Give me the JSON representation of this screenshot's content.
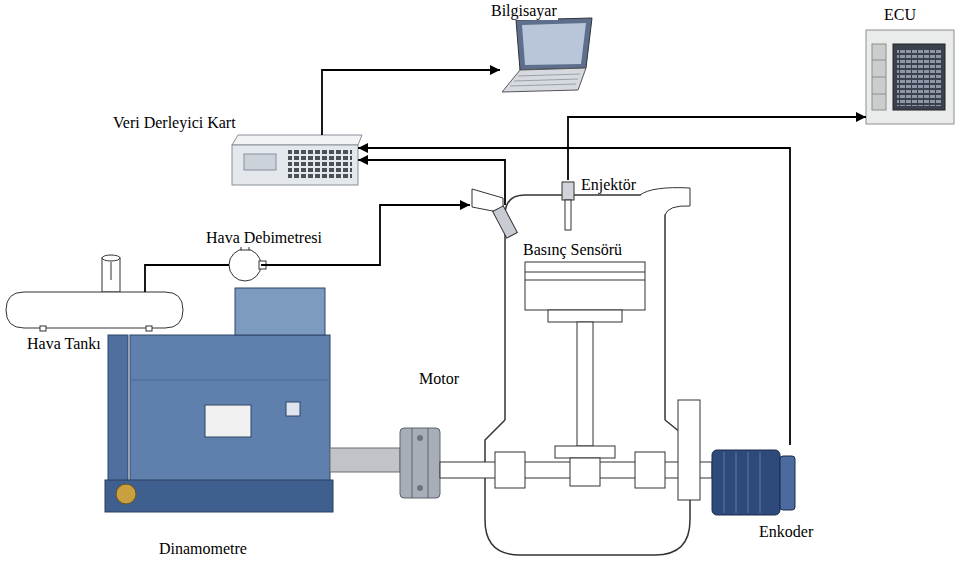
{
  "diagram": {
    "nodes": [
      {
        "text": [
          "Bilgisayar"
        ]
      },
      {
        "text": [
          "ECU"
        ]
      },
      {
        "text": [
          "Veri Derleyici Kart"
        ]
      },
      {
        "text": [
          "Enjektör"
        ]
      },
      {
        "text": [
          "Basınç Sensörü"
        ]
      },
      {
        "text": [
          "Hava Debimetresi"
        ]
      },
      {
        "text": [
          "Hava Tankı"
        ]
      },
      {
        "text": [
          "Motor"
        ]
      },
      {
        "text": [
          "Dinamometre"
        ]
      },
      {
        "text": [
          "Enkoder"
        ]
      }
    ],
    "edges": [
      {
        "from": 2,
        "to": 0,
        "arrow": "to"
      },
      {
        "from": 3,
        "to": 1,
        "arrow": "to"
      },
      {
        "from": 4,
        "to": 2,
        "arrow": "to"
      },
      {
        "from": 9,
        "to": 2,
        "arrow": "to"
      },
      {
        "from": 6,
        "to": 5,
        "arrow": "none"
      },
      {
        "from": 5,
        "to": 7,
        "arrow": "to"
      }
    ]
  }
}
